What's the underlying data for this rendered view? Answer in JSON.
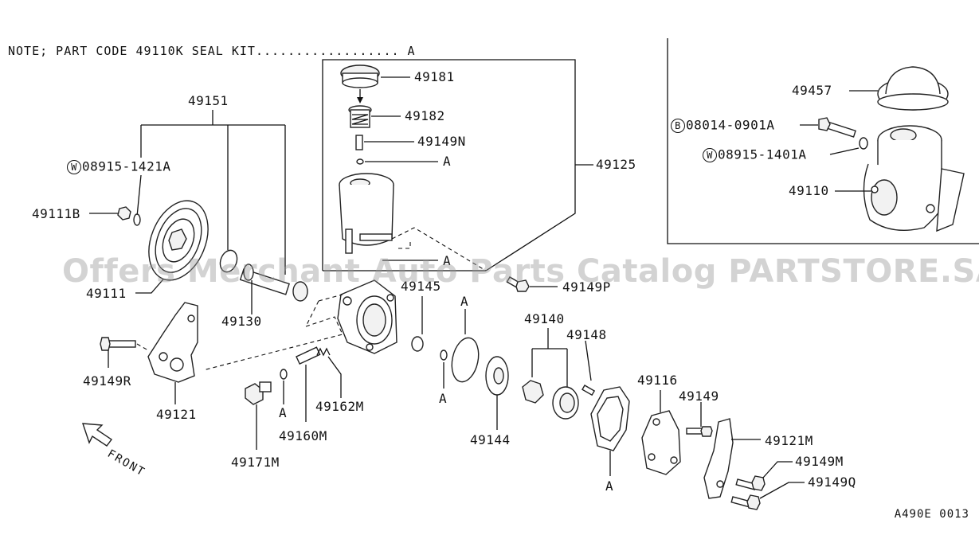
{
  "note": "NOTE; PART CODE 49110K SEAL KIT.................. A",
  "watermark": "Offers Merchant Auto Parts Catalog PARTSTORE.SA",
  "diagram_code": "A490E 0013",
  "front_label": "FRONT",
  "labels": {
    "p49151": "49151",
    "p08915_1421A": "08915-1421A",
    "p08915_1421A_badge": "W",
    "p49111B": "49111B",
    "p49111": "49111",
    "p49130": "49130",
    "p49149R": "49149R",
    "p49121": "49121",
    "p49171M": "49171M",
    "p49160M": "49160M",
    "p49162M": "49162M",
    "pA_1": "A",
    "p49145": "49145",
    "pA_2": "A",
    "pA_3": "A",
    "p49144": "49144",
    "p49140": "49140",
    "p49148": "49148",
    "p49116": "49116",
    "p49149": "49149",
    "pA_4": "A",
    "p49121M": "49121M",
    "p49149M": "49149M",
    "p49149Q": "49149Q",
    "p49181": "49181",
    "p49182": "49182",
    "p49149N": "49149N",
    "pA_5": "A",
    "p49125": "49125",
    "pA_6": "A",
    "p49149P": "49149P",
    "p49457": "49457",
    "p08014_0901A": "08014-0901A",
    "p08014_0901A_badge": "B",
    "p08915_1401A": "08915-1401A",
    "p08915_1401A_badge": "W",
    "p49110": "49110"
  }
}
